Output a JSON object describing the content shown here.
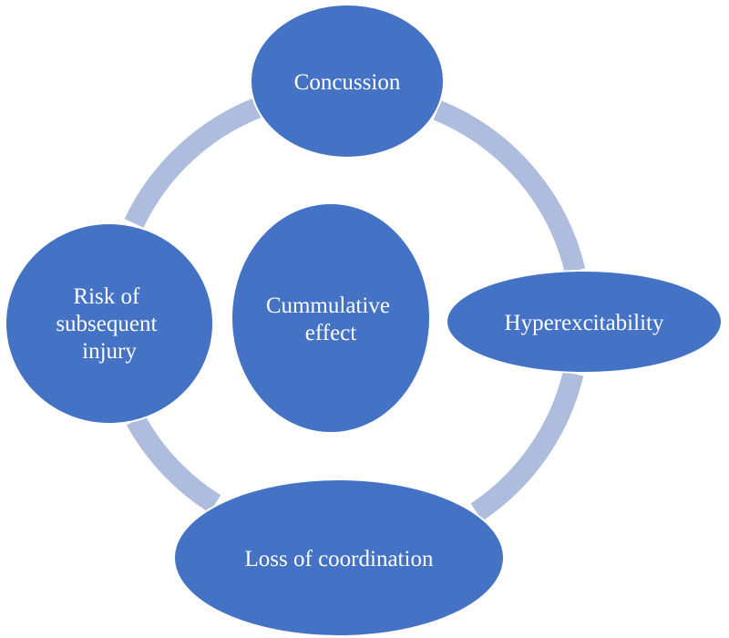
{
  "diagram": {
    "colors": {
      "node_fill": "#4472C4",
      "node_stroke": "#ffffff",
      "ring": "#AEBCDD",
      "text": "#ffffff",
      "background": "#ffffff"
    },
    "center": {
      "lines": [
        "Cummulative",
        "effect"
      ]
    },
    "nodes": [
      {
        "id": "concussion",
        "lines": [
          "Concussion"
        ]
      },
      {
        "id": "hyperexcitability",
        "lines": [
          "Hyperexcitability"
        ]
      },
      {
        "id": "loss-of-coordination",
        "lines": [
          "Loss of coordination"
        ]
      },
      {
        "id": "risk-of-subsequent-injury",
        "lines": [
          "Risk of",
          "subsequent",
          "injury"
        ]
      }
    ]
  }
}
